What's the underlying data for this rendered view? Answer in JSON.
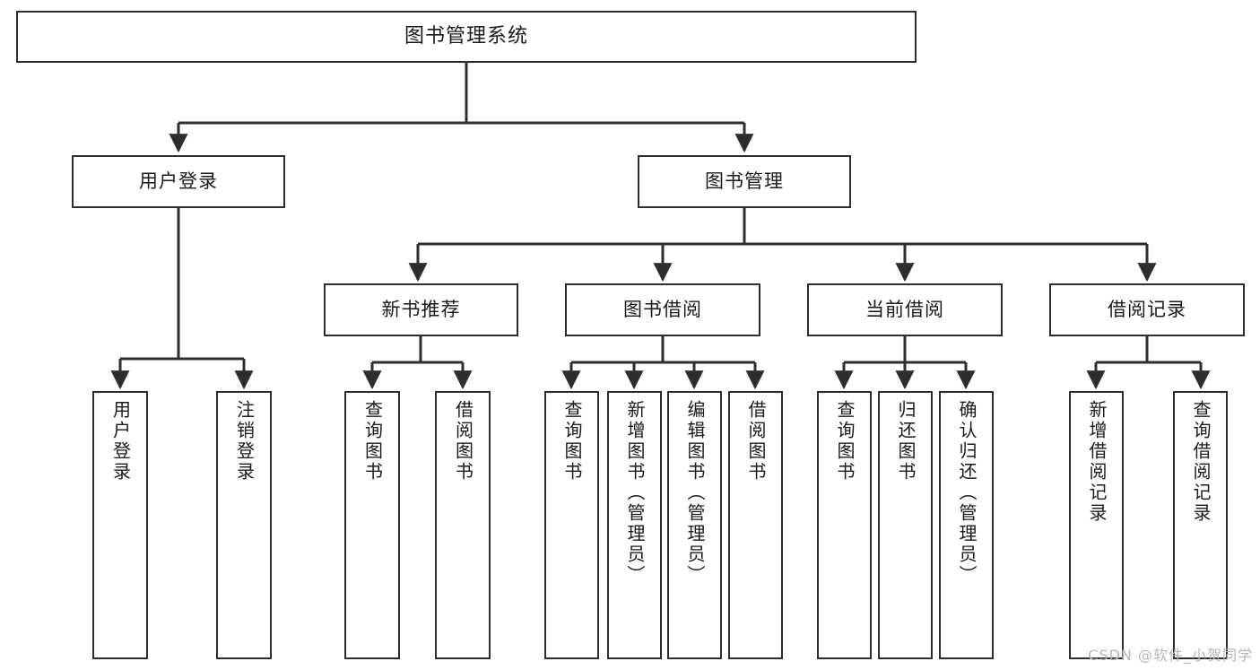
{
  "diagram": {
    "type": "tree",
    "title": "图书管理系统",
    "watermark": "CSDN @软件_小贺同学",
    "colors": {
      "stroke": "#2e2e2e",
      "fill": "#ffffff",
      "text": "#1a1a1a",
      "watermark": "#b6b6b6"
    },
    "nodes": {
      "root": "图书管理系统",
      "level2": {
        "user_login": "用户登录",
        "book_manage": "图书管理"
      },
      "level3": {
        "new_book_recommend": "新书推荐",
        "book_borrow": "图书借阅",
        "current_borrow": "当前借阅",
        "borrow_record": "借阅记录"
      },
      "leaves": {
        "user_login_1": "用户登录",
        "user_login_2": "注销登录",
        "new_book_1": "查询图书",
        "new_book_2": "借阅图书",
        "book_borrow_1": "查询图书",
        "book_borrow_2": "新增图书（管理员）",
        "book_borrow_3": "编辑图书（管理员）",
        "book_borrow_4": "借阅图书",
        "current_borrow_1": "查询图书",
        "current_borrow_2": "归还图书",
        "current_borrow_3": "确认归还（管理员）",
        "borrow_record_1": "新增借阅记录",
        "borrow_record_2": "查询借阅记录"
      }
    }
  }
}
